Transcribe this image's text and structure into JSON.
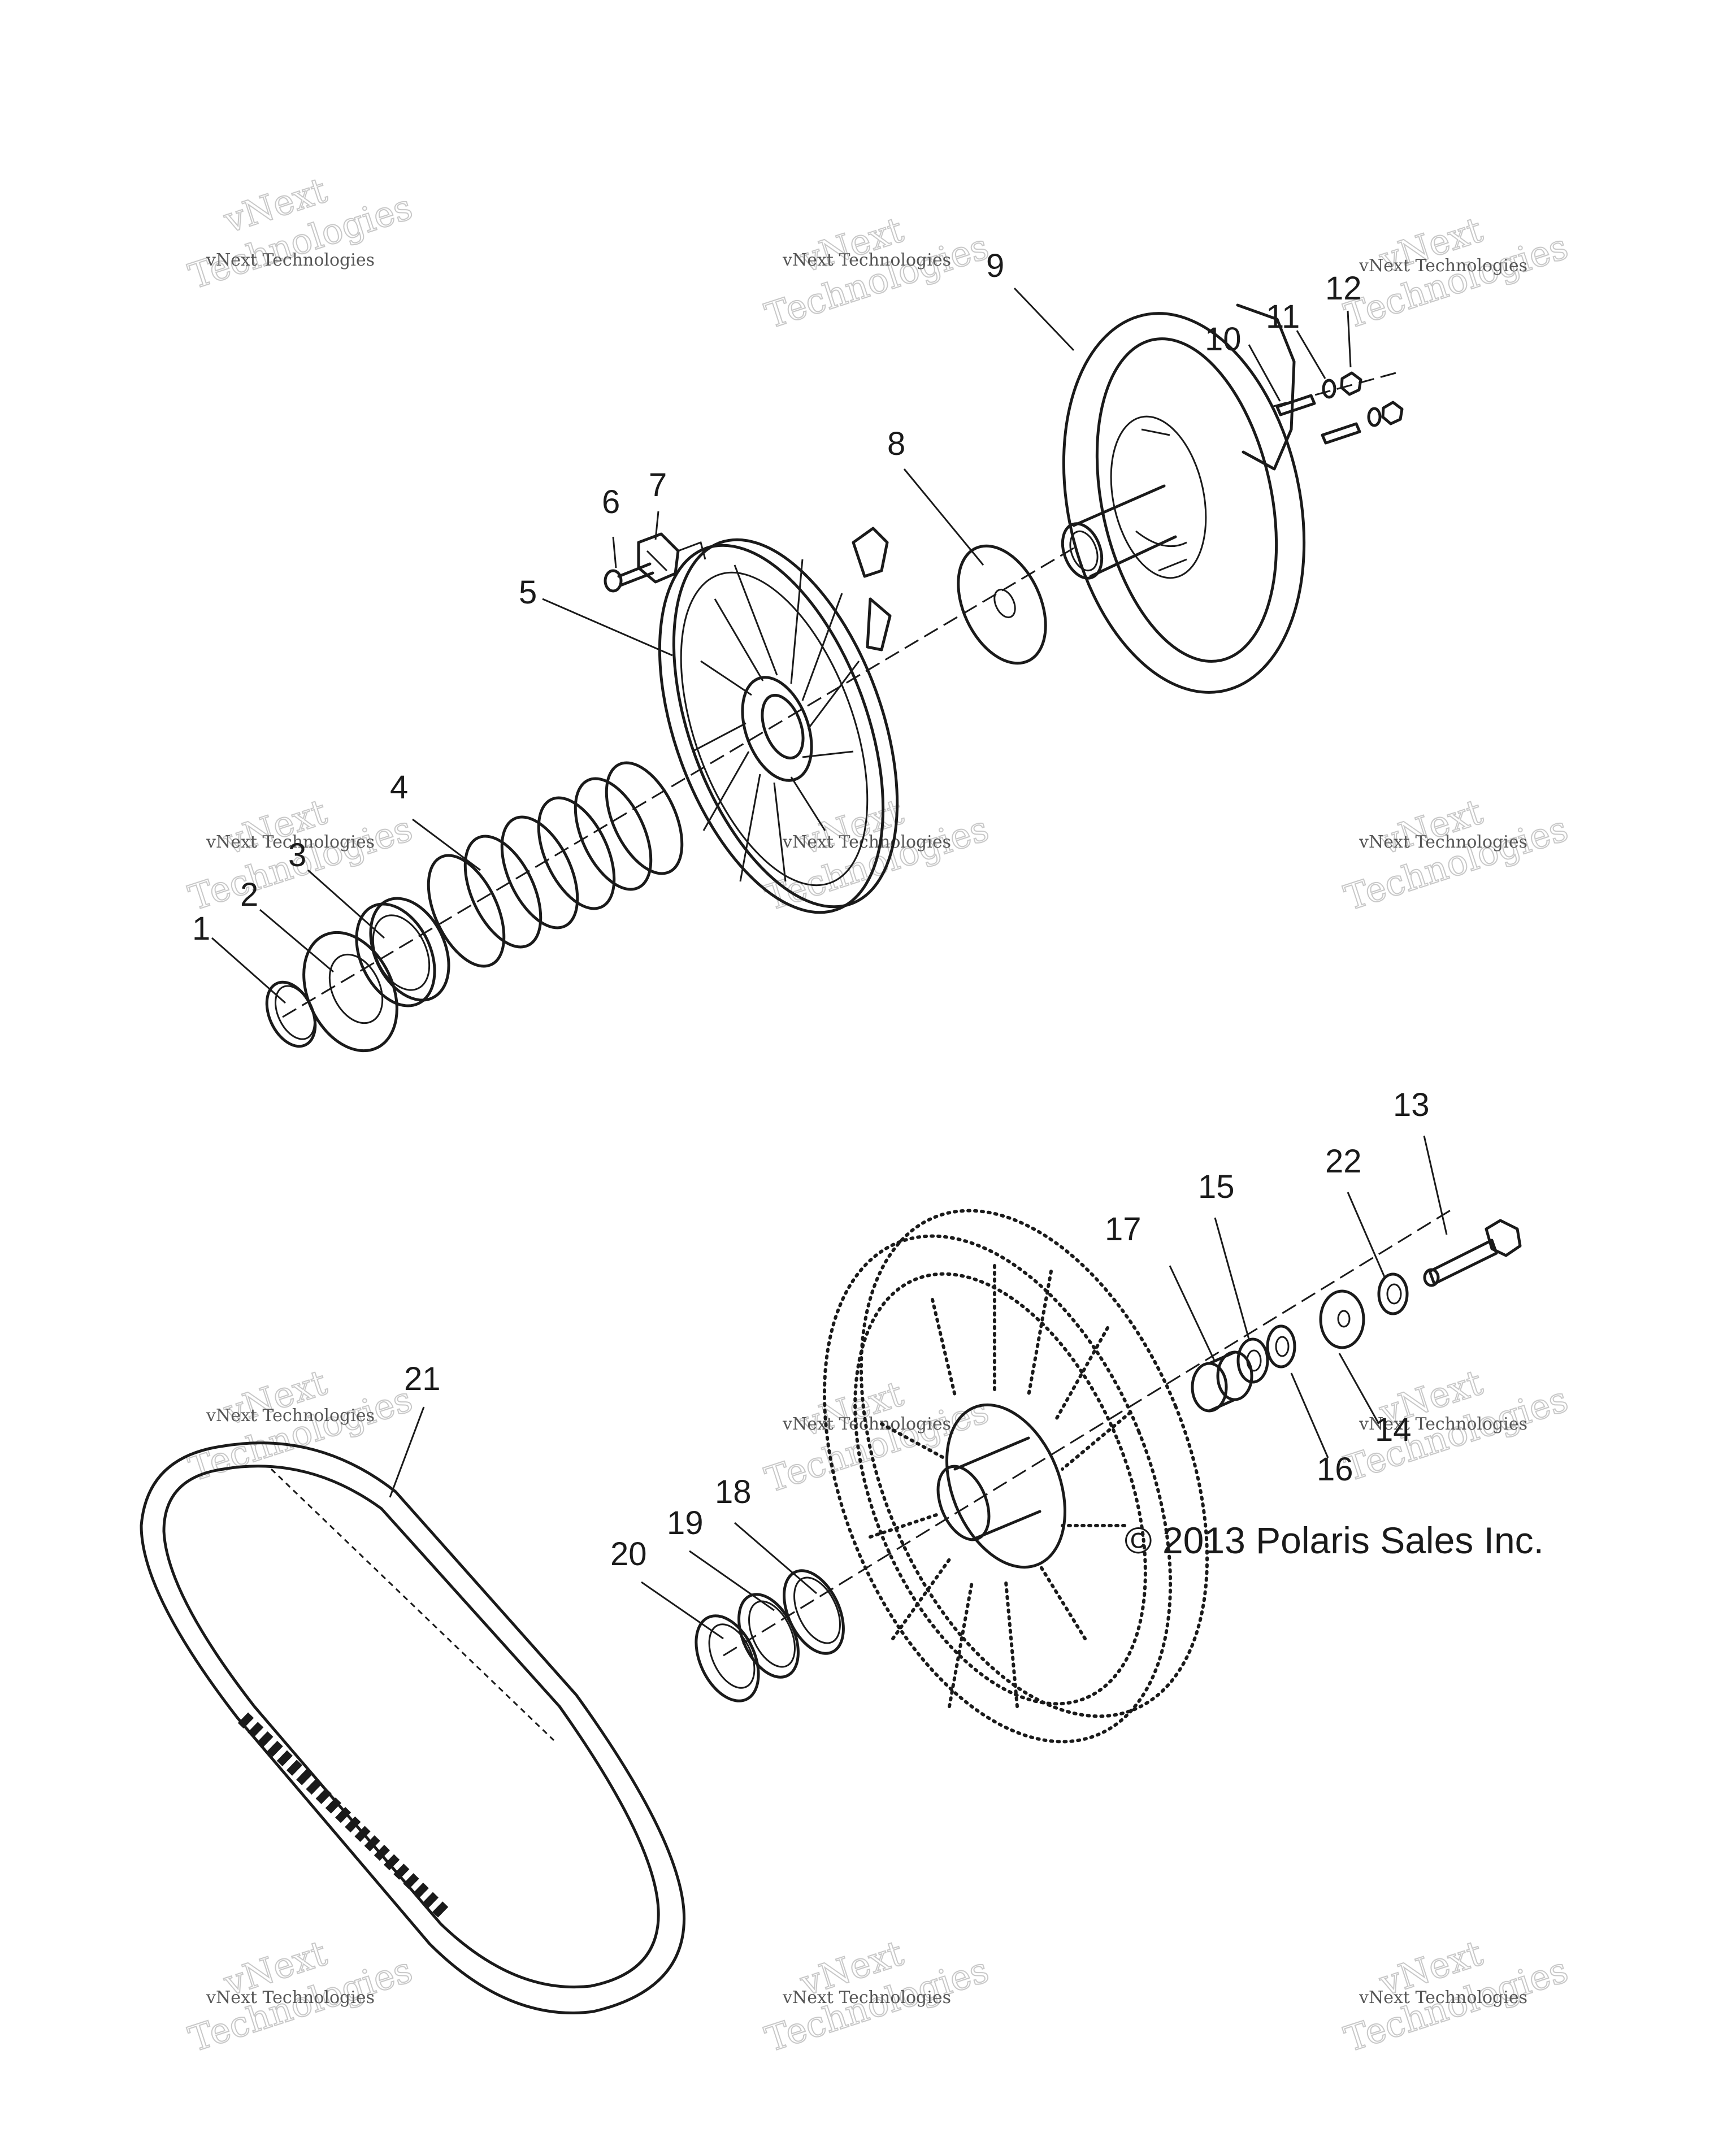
{
  "callouts": [
    "1",
    "2",
    "3",
    "4",
    "5",
    "6",
    "7",
    "8",
    "9",
    "10",
    "11",
    "12",
    "13",
    "14",
    "15",
    "16",
    "17",
    "18",
    "19",
    "20",
    "21",
    "22"
  ],
  "watermark": {
    "line1": "vNext",
    "line2": "Technologies",
    "small": "vNext Technologies"
  },
  "copyright": "© 2013 Polaris Sales Inc."
}
